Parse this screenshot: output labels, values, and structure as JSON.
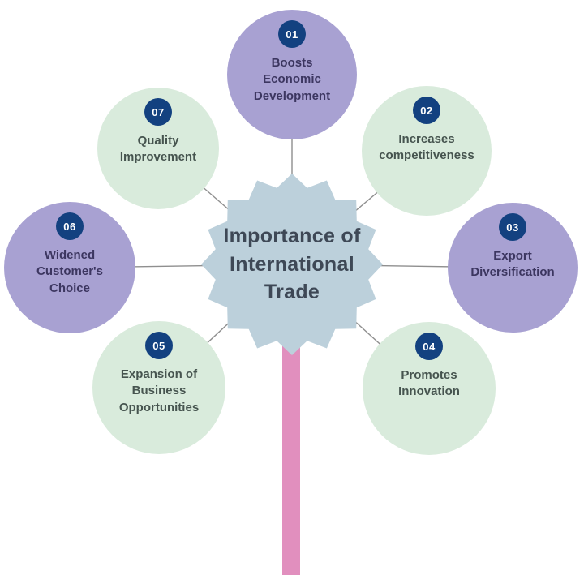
{
  "title": {
    "line1": "Importance of",
    "line2": "International",
    "line3": "Trade"
  },
  "nodes": [
    {
      "number": "01",
      "label": "Boosts Economic Development",
      "variant": "purple",
      "position": "top"
    },
    {
      "number": "02",
      "label": "Increases competitiveness",
      "variant": "green",
      "position": "top-right"
    },
    {
      "number": "03",
      "label": "Export Diversification",
      "variant": "purple",
      "position": "right"
    },
    {
      "number": "04",
      "label": "Promotes Innovation",
      "variant": "green",
      "position": "bottom-right"
    },
    {
      "number": "05",
      "label": "Expansion of Business Opportunities",
      "variant": "green",
      "position": "bottom-left"
    },
    {
      "number": "06",
      "label": "Widened Customer's Choice",
      "variant": "purple",
      "position": "left"
    },
    {
      "number": "07",
      "label": "Quality Improvement",
      "variant": "green",
      "position": "top-left"
    }
  ],
  "colors": {
    "purple_circle": "#a8a1d2",
    "green_circle": "#d9ebdc",
    "badge_navy": "#134180",
    "center_fill": "#bcd0db",
    "stem_pink": "#e18fbe",
    "connector_gray": "#8f8f8f"
  }
}
